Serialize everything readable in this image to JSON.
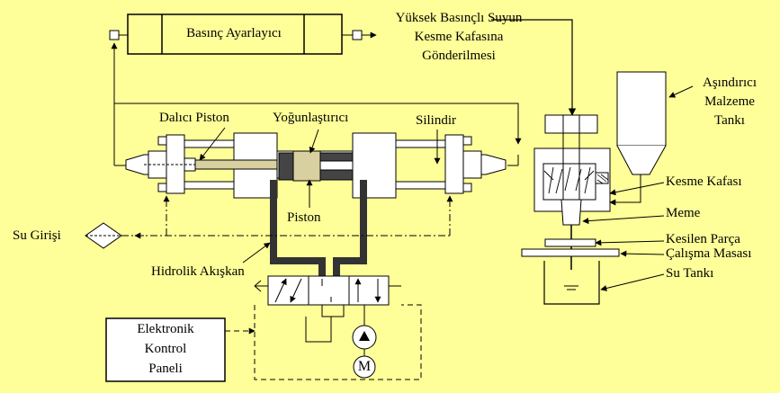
{
  "diagram": {
    "colors": {
      "background": "#FFFF99",
      "line": "#000000",
      "fill_light": "#FFFFFF",
      "fill_dark": "#444444",
      "fill_mid": "#D8D0A0"
    },
    "labels": {
      "pressure_regulator": "Basınç Ayarlayıcı",
      "high_pressure_1": "Yüksek Basınçlı Suyun",
      "high_pressure_2": "Kesme Kafasına",
      "high_pressure_3": "Gönderilmesi",
      "abrasive_1": "Aşındırıcı",
      "abrasive_2": "Malzeme",
      "abrasive_3": "Tankı",
      "plunger": "Dalıcı Piston",
      "intensifier": "Yoğunlaştırıcı",
      "cylinder": "Silindir",
      "piston": "Piston",
      "water_inlet": "Su Girişi",
      "hydraulic_fluid": "Hidrolik Akışkan",
      "cutting_head": "Kesme Kafası",
      "nozzle": "Meme",
      "workpiece": "Kesilen Parça",
      "work_table": "Çalışma Masası",
      "water_tank": "Su Tankı",
      "control_1": "Elektronik",
      "control_2": "Kontrol",
      "control_3": "Paneli",
      "motor": "M"
    }
  }
}
